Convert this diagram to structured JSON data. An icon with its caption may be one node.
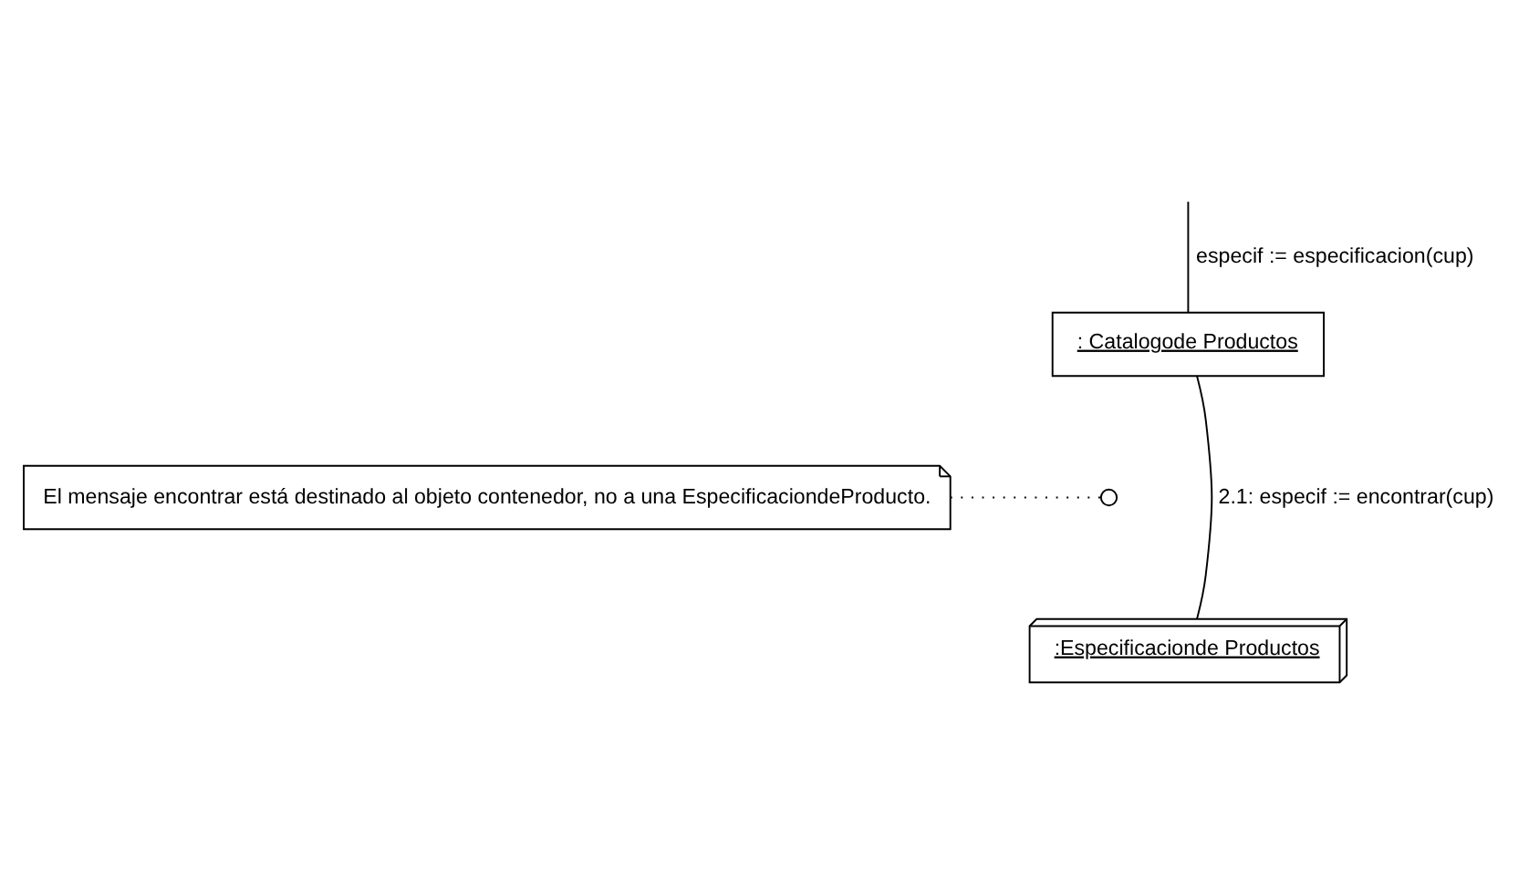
{
  "diagram": {
    "nodes": [
      {
        "text": [
          ": Catalogode Productos"
        ]
      },
      {
        "text": [],
        "shape": "circle"
      },
      {
        "text": [
          "El mensaje encontrar está destinado al objeto contenedor, no a una EspecificaciondeProducto."
        ]
      },
      {
        "text": [
          ":Especificacionde Productos"
        ]
      }
    ],
    "edges": [
      {
        "from": null,
        "to": 0,
        "arrow": "none",
        "label": "especif := especificacion(cup)"
      },
      {
        "from": 0,
        "to": 3,
        "arrow": "none",
        "label": "2.1: especif := encontrar(cup)"
      },
      {
        "from": 2,
        "to": 1,
        "arrow": "none",
        "style": "dashed"
      }
    ]
  }
}
